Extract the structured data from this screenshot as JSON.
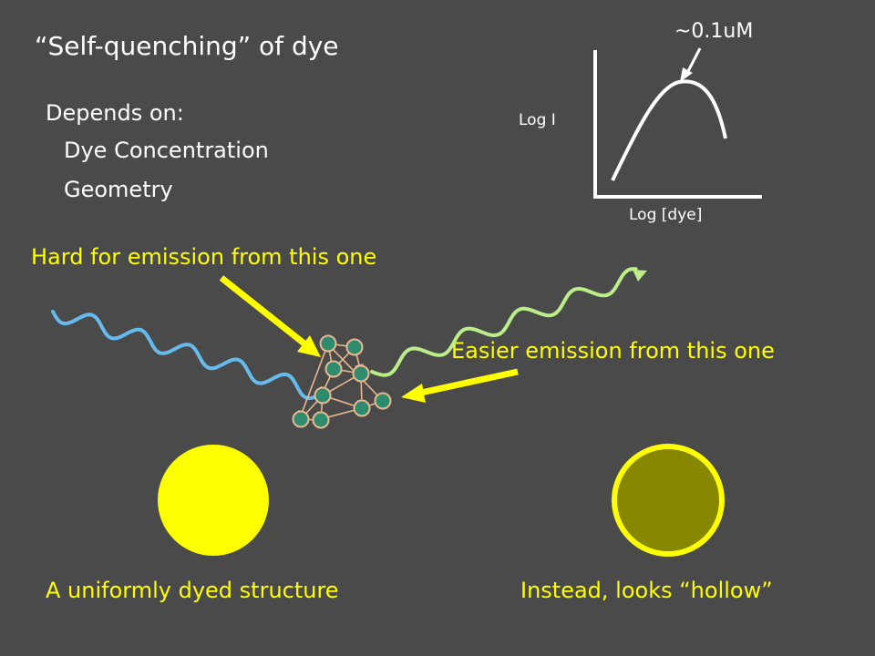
{
  "slide": {
    "title": "“Self-quenching” of dye",
    "depends_heading": "Depends on:",
    "depends_items": [
      "Dye Concentration",
      "Geometry"
    ]
  },
  "graph": {
    "peak_label": "~0.1uM",
    "y_axis_label": "Log I",
    "x_axis_label": "Log [dye]"
  },
  "annotations": {
    "hard_emission": "Hard for emission from this one",
    "easier_emission": "Easier emission from this one"
  },
  "captions": {
    "uniform": "A uniformly dyed structure",
    "hollow": "Instead, looks “hollow”"
  },
  "colors": {
    "background": "#4a4a4a",
    "text_primary": "#ffffff",
    "text_highlight": "#ffff00",
    "excitation_wave": "#66bbee",
    "emission_wave": "#bbee88",
    "molecule_fill": "#2e8b6e",
    "molecule_edge": "#e8b890",
    "uniform_circle": "#ffff00",
    "hollow_circle_fill": "#888800",
    "hollow_circle_rim": "#ffff00"
  }
}
